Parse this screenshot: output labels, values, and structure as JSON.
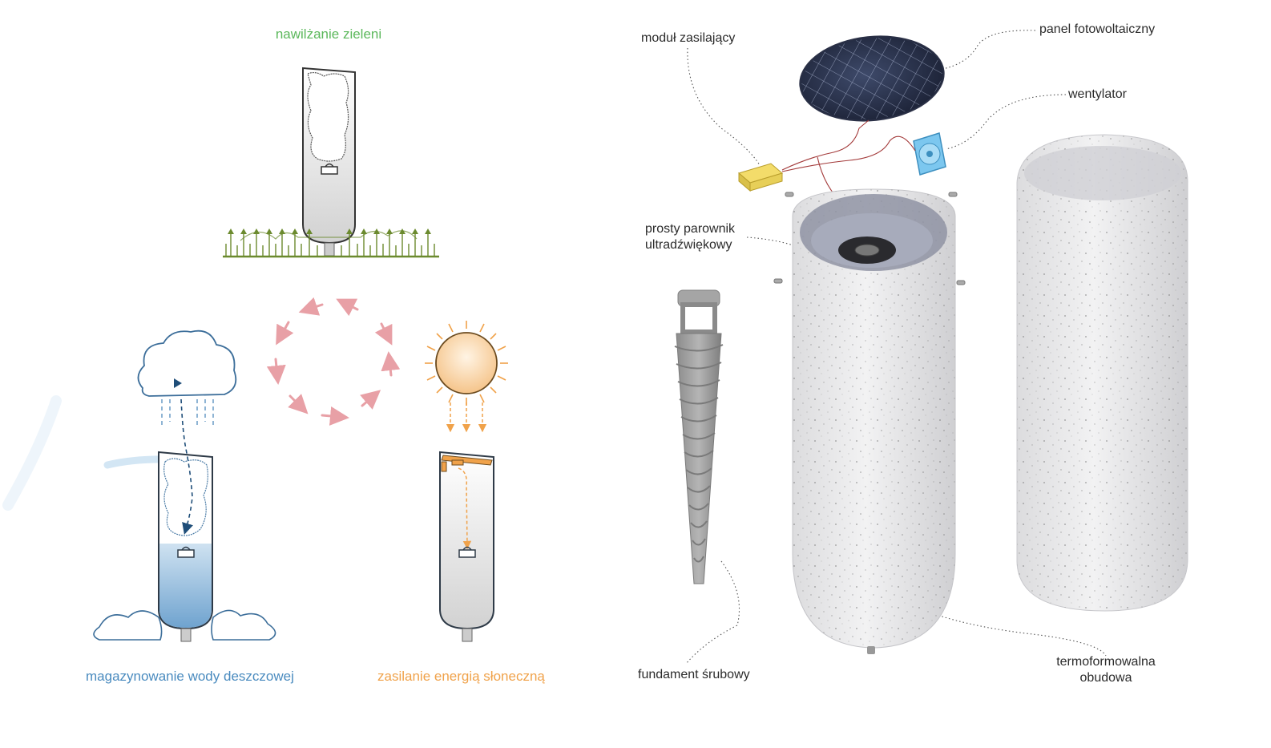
{
  "left_panel": {
    "top_caption": "nawilżanie zieleni",
    "bottom_left_caption": "magazynowanie wody deszczowej",
    "bottom_right_caption": "zasilanie energią słoneczną"
  },
  "right_panel": {
    "labels": {
      "power_module": "moduł zasilający",
      "pv_panel": "panel fotowoltaiczny",
      "fan": "wentylator",
      "evaporator_line1": "prosty parownik",
      "evaporator_line2": "ultradźwiękowy",
      "screw_foundation": "fundament śrubowy",
      "housing_line1": "termoformowalna",
      "housing_line2": "obudowa"
    }
  },
  "colors": {
    "green": "#5cb85c",
    "blue": "#4a8bbf",
    "orange": "#f0a24a",
    "pink": "#e8a0a6",
    "dark": "#2b2b2b",
    "grass": "#6b8a2e",
    "housing": "#e9e9ea",
    "screw": "#9c9c9c"
  }
}
